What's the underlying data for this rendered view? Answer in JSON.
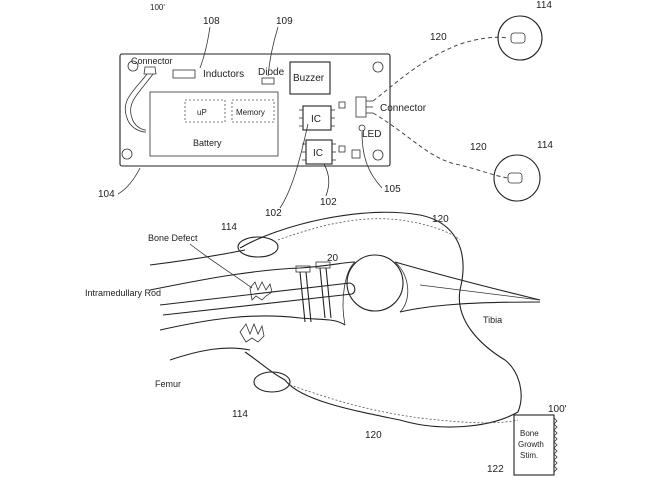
{
  "top_device": {
    "ref_label": "100'",
    "components": {
      "connector_left": "Connector",
      "inductors": "Inductors",
      "diode": "Diode",
      "buzzer": "Buzzer",
      "microprocessor": "uP",
      "memory": "Memory",
      "battery": "Battery",
      "ic_1": "IC",
      "ic_2": "IC",
      "connector_right": "Connector",
      "led": "LED"
    },
    "ref_numbers": {
      "inductors": "108",
      "buzzer": "109",
      "board": "104",
      "ic_1": "102",
      "ic_2": "102",
      "led": "105",
      "lead_top": "120",
      "lead_bottom": "120",
      "electrode_top": "114",
      "electrode_bottom": "114"
    }
  },
  "bottom_figure": {
    "labels": {
      "bone_defect": "Bone Defect",
      "intramedullary_rod": "Intramedullary Rod",
      "femur": "Femur",
      "tibia": "Tibia",
      "stimulator": "Bone Growth Stim."
    },
    "ref_numbers": {
      "electrode_top": "114",
      "electrode_bottom": "114",
      "lead_top": "120",
      "lead_bottom": "120",
      "screws": "20",
      "stimulator": "100'",
      "stimulator_box": "122"
    }
  }
}
